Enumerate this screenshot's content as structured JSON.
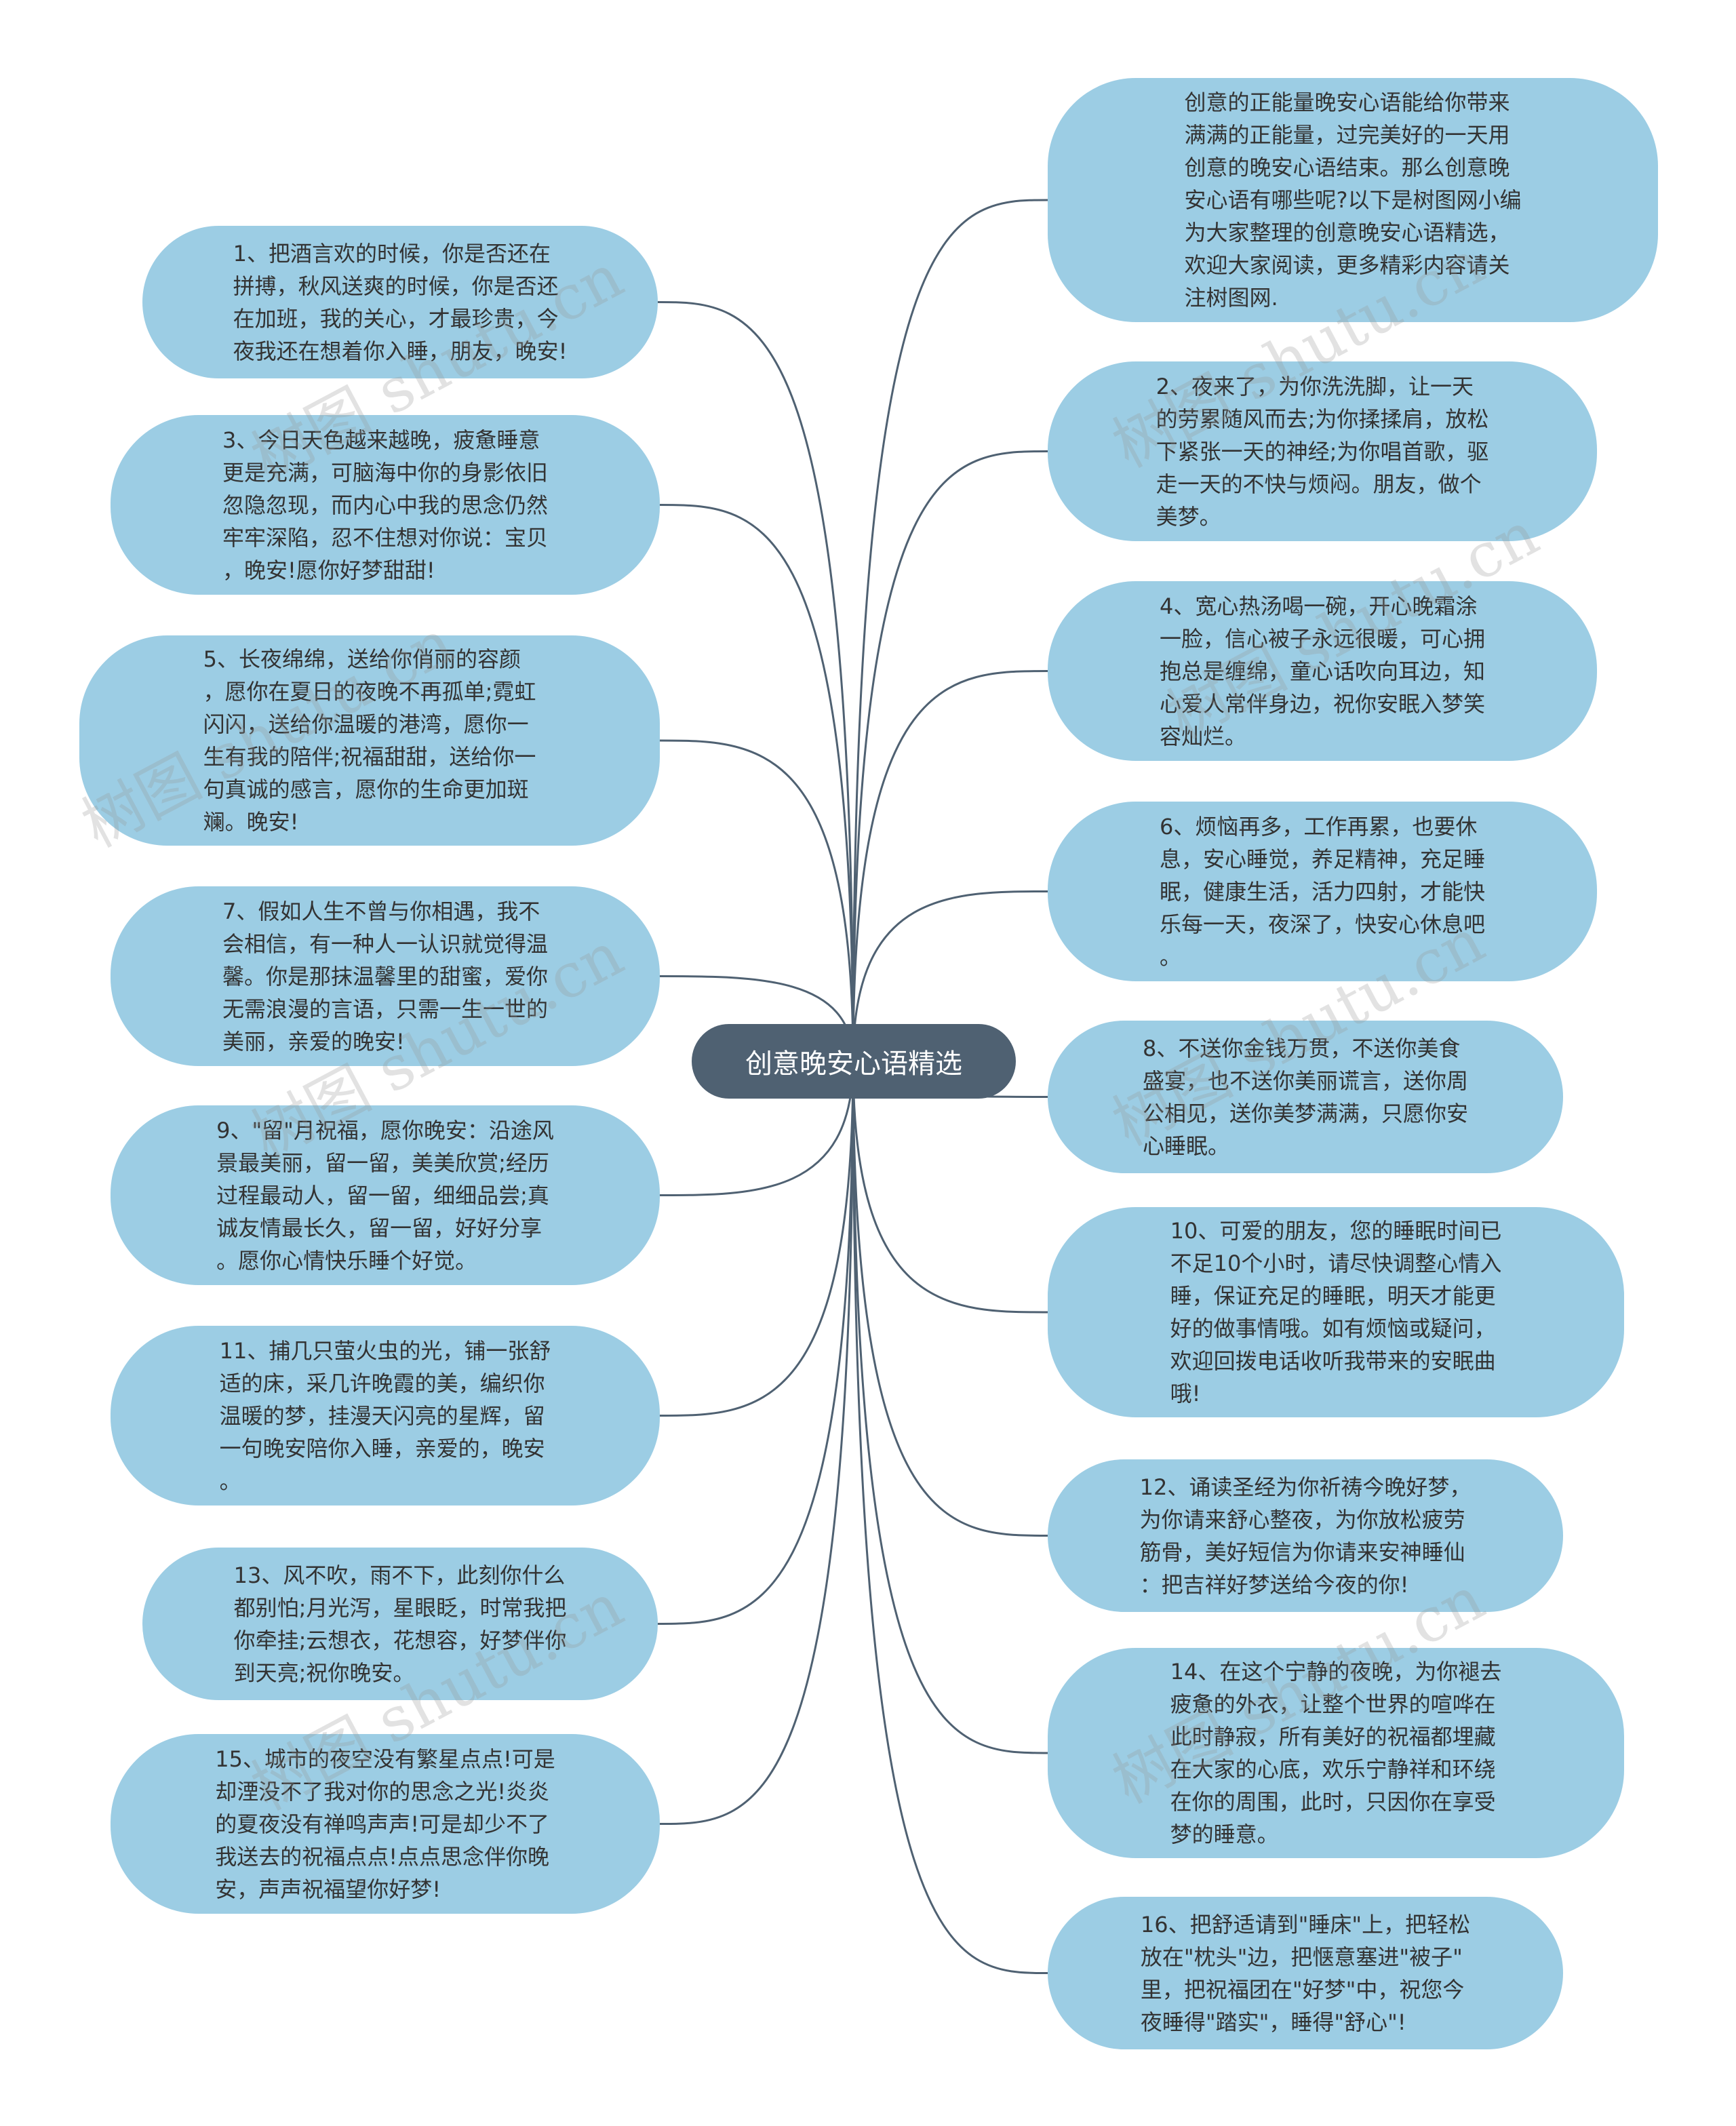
{
  "root": {
    "label": "创意晚安心语精选"
  },
  "left_nodes": [
    {
      "text": "1、把酒言欢的时候，你是否还在\n拼搏，秋风送爽的时候，你是否还\n在加班，我的关心，才最珍贵，今\n夜我还在想着你入睡，朋友，晚安!"
    },
    {
      "text": "3、今日天色越来越晚，疲惫睡意\n更是充满，可脑海中你的身影依旧\n忽隐忽现，而内心中我的思念仍然\n牢牢深陷，忍不住想对你说：宝贝\n，晚安!愿你好梦甜甜!"
    },
    {
      "text": "5、长夜绵绵，送给你俏丽的容颜\n，愿你在夏日的夜晚不再孤单;霓虹\n闪闪，送给你温暖的港湾，愿你一\n生有我的陪伴;祝福甜甜，送给你一\n句真诚的感言，愿你的生命更加斑\n斓。晚安!"
    },
    {
      "text": "7、假如人生不曾与你相遇，我不\n会相信，有一种人一认识就觉得温\n馨。你是那抹温馨里的甜蜜，爱你\n无需浪漫的言语，只需一生一世的\n美丽，亲爱的晚安!"
    },
    {
      "text": "9、\"留\"月祝福，愿你晚安：沿途风\n景最美丽，留一留，美美欣赏;经历\n过程最动人，留一留，细细品尝;真\n诚友情最长久，留一留，好好分享\n。愿你心情快乐睡个好觉。"
    },
    {
      "text": "11、捕几只萤火虫的光，铺一张舒\n适的床，采几许晚霞的美，编织你\n温暖的梦，挂漫天闪亮的星辉，留\n一句晚安陪你入睡，亲爱的，晚安\n。"
    },
    {
      "text": "13、风不吹，雨不下，此刻你什么\n都别怕;月光泻，星眼眨，时常我把\n你牵挂;云想衣，花想容，好梦伴你\n到天亮;祝你晚安。"
    },
    {
      "text": "15、城市的夜空没有繁星点点!可是\n却湮没不了我对你的思念之光!炎炎\n的夏夜没有禅鸣声声!可是却少不了\n我送去的祝福点点!点点思念伴你晚\n安，声声祝福望你好梦!"
    }
  ],
  "right_nodes": [
    {
      "text": "创意的正能量晚安心语能给你带来\n满满的正能量，过完美好的一天用\n创意的晚安心语结束。那么创意晚\n安心语有哪些呢?以下是树图网小编\n为大家整理的创意晚安心语精选，\n欢迎大家阅读，更多精彩内容请关\n注树图网."
    },
    {
      "text": "2、夜来了，为你洗洗脚，让一天\n的劳累随风而去;为你揉揉肩，放松\n下紧张一天的神经;为你唱首歌，驱\n走一天的不快与烦闷。朋友，做个\n美梦。"
    },
    {
      "text": "4、宽心热汤喝一碗，开心晚霜涂\n一脸，信心被子永远很暖，可心拥\n抱总是缠绵，童心话吹向耳边，知\n心爱人常伴身边，祝你安眠入梦笑\n容灿烂。"
    },
    {
      "text": "6、烦恼再多，工作再累，也要休\n息，安心睡觉，养足精神，充足睡\n眠，健康生活，活力四射，才能快\n乐每一天，夜深了，快安心休息吧\n。"
    },
    {
      "text": "8、不送你金钱万贯，不送你美食\n盛宴，也不送你美丽谎言，送你周\n公相见，送你美梦满满，只愿你安\n心睡眠。"
    },
    {
      "text": "10、可爱的朋友，您的睡眠时间已\n不足10个小时，请尽快调整心情入\n睡，保证充足的睡眠，明天才能更\n好的做事情哦。如有烦恼或疑问，\n欢迎回拨电话收听我带来的安眠曲\n哦!"
    },
    {
      "text": "12、诵读圣经为你祈祷今晚好梦，\n为你请来舒心整夜，为你放松疲劳\n筋骨，美好短信为你请来安神睡仙\n：把吉祥好梦送给今夜的你!"
    },
    {
      "text": "14、在这个宁静的夜晚，为你褪去\n疲惫的外衣，让整个世界的喧哗在\n此时静寂，所有美好的祝福都埋藏\n在大家的心底，欢乐宁静祥和环绕\n在你的周围，此时，只因你在享受\n梦的睡意。"
    },
    {
      "text": "16、把舒适请到\"睡床\"上，把轻松\n放在\"枕头\"边，把惬意塞进\"被子\"\n里，把祝福团在\"好梦\"中，祝您今\n夜睡得\"踏实\"，睡得\"舒心\"!"
    }
  ],
  "watermarks": [
    "树图 shutu.cn",
    "树图 shutu.cn",
    "树图 shutu.cn",
    "树图 shutu.cn",
    "树图 shutu.cn",
    "树图 shutu.cn",
    "树图 shutu.cn",
    "树图 shutu.cn"
  ],
  "colors": {
    "node_fill": "#9ccde4",
    "root_fill": "#4f6172",
    "connector": "#4f6172",
    "text": "#333333"
  }
}
